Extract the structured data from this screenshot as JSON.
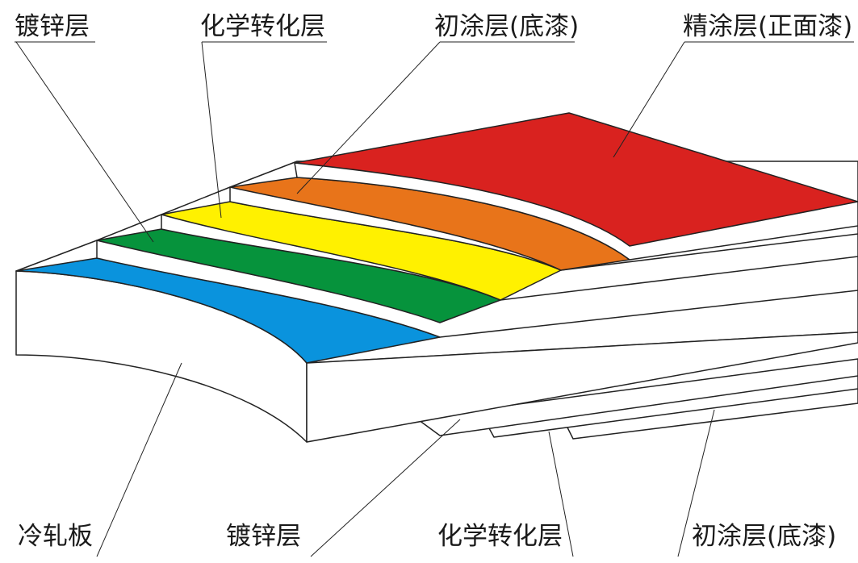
{
  "colors": {
    "blue": "#0a93dd",
    "green": "#06933c",
    "yellow": "#fff100",
    "orange": "#e8741a",
    "red": "#d9221f",
    "white": "#ffffff",
    "stroke": "#222222"
  },
  "labels": {
    "top": [
      "镀锌层",
      "化学转化层",
      "初涂层(底漆)",
      "精涂层(正面漆)"
    ],
    "bottom": [
      "冷轧板",
      "镀锌层",
      "化学转化层",
      "初涂层(底漆)"
    ]
  }
}
